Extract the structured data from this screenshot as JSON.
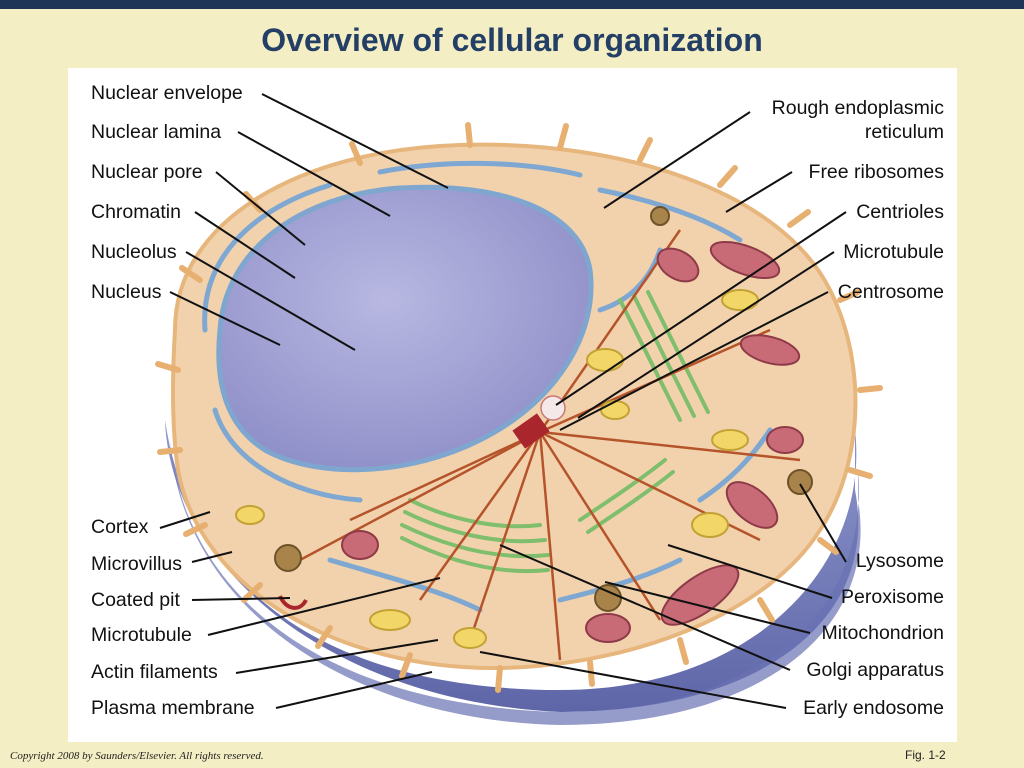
{
  "title": "Overview of cellular organization",
  "labels_left": [
    "Nuclear envelope",
    "Nuclear lamina",
    "Nuclear pore",
    "Chromatin",
    "Nucleolus",
    "Nucleus",
    "Cortex",
    "Microvillus",
    "Coated pit",
    "Microtubule",
    "Actin filaments",
    "Plasma membrane"
  ],
  "labels_right": [
    "Rough endoplasmic",
    "reticulum",
    "Free ribosomes",
    "Centrioles",
    "Microtubule",
    "Centrosome",
    "Lysosome",
    "Peroxisome",
    "Mitochondrion",
    "Golgi apparatus",
    "Early endosome"
  ],
  "copyright": "Copyright 2008 by Saunders/Elsevier. All rights reserved.",
  "figure_label": "Fig. 1-2",
  "colors": {
    "background": "#f4eec4",
    "title": "#233f66",
    "top_bar": "#1e3558",
    "nucleus": "#a9a9d8",
    "cytoplasm": "#f2d2ad",
    "golgi": "#8fc97c",
    "mitochondrion": "#c96b77"
  }
}
